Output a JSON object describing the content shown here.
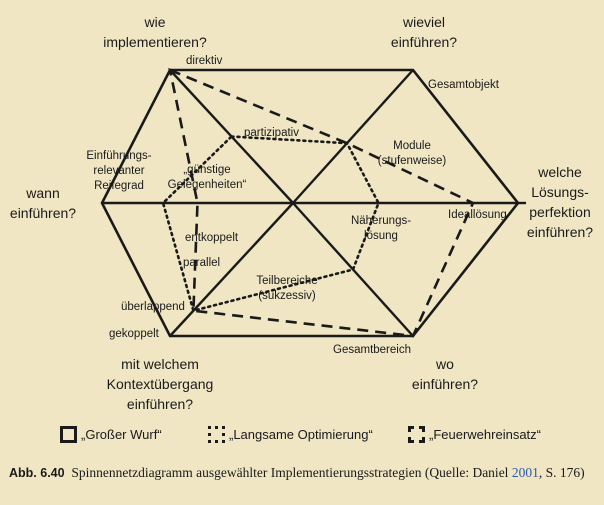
{
  "chart_data": {
    "type": "radar",
    "axes": [
      {
        "key": "wie",
        "label": [
          "wie",
          "implementieren?"
        ],
        "ticks": [
          {
            "key": "direktiv",
            "label": [
              "direktiv"
            ]
          },
          {
            "key": "partizipativ",
            "label": [
              "partizipativ"
            ]
          }
        ]
      },
      {
        "key": "wieviel",
        "label": [
          "wieviel",
          "einführen?"
        ],
        "ticks": [
          {
            "key": "gesamtobjekt",
            "label": [
              "Gesamtobjekt"
            ]
          },
          {
            "key": "module",
            "label": [
              "Module",
              "(stufenweise)"
            ]
          }
        ]
      },
      {
        "key": "perfektion",
        "label": [
          "welche",
          "Lösungs-",
          "perfektion",
          "einführen?"
        ],
        "ticks": [
          {
            "key": "ideal",
            "label": [
              "Ideallösung"
            ]
          },
          {
            "key": "naeherung",
            "label": [
              "Näherungs-",
              "lösung"
            ]
          }
        ]
      },
      {
        "key": "wo",
        "label": [
          "wo",
          "einführen?"
        ],
        "ticks": [
          {
            "key": "gesamtbereich",
            "label": [
              "Gesamtbereich"
            ]
          },
          {
            "key": "teilbereiche",
            "label": [
              "Teilbereiche",
              "(sukzessiv)"
            ]
          }
        ]
      },
      {
        "key": "kontext",
        "label": [
          "mit welchem",
          "Kontextübergang",
          "einführen?"
        ],
        "ticks": [
          {
            "key": "gekoppelt",
            "label": [
              "gekoppelt"
            ]
          },
          {
            "key": "ueberlappend",
            "label": [
              "überlappend"
            ]
          },
          {
            "key": "parallel",
            "label": [
              "parallel"
            ]
          },
          {
            "key": "entkoppelt",
            "label": [
              "entkoppelt"
            ]
          }
        ]
      },
      {
        "key": "wann",
        "label": [
          "wann",
          "einführen?"
        ],
        "ticks": [
          {
            "key": "reifegrad",
            "label": [
              "Einführungs-",
              "relevanter",
              "Reifegrad"
            ]
          },
          {
            "key": "guenstig",
            "label": [
              "„günstige",
              "Gelegenheiten“"
            ]
          }
        ]
      }
    ],
    "series": [
      {
        "name": "„Großer Wurf“",
        "style": "solid",
        "color": "#1a1a1a",
        "values": {
          "wie": 1.0,
          "wieviel": 1.0,
          "perfektion": 1.0,
          "wo": 1.0,
          "kontext": 1.0,
          "wann": 1.0
        }
      },
      {
        "name": "„Langsame Optimierung“",
        "style": "dotted",
        "color": "#1a1a1a",
        "values": {
          "wie": 0.5,
          "wieviel": 0.45,
          "perfektion": 0.38,
          "wo": 0.5,
          "kontext": 0.81,
          "wann": 0.68
        }
      },
      {
        "name": "„Feuerwehreinsatz“",
        "style": "dashed",
        "color": "#1a1a1a",
        "values": {
          "wie": 1.0,
          "wieviel": 0.45,
          "perfektion": 0.8,
          "wo": 1.0,
          "kontext": 0.81,
          "wann": 0.5
        }
      }
    ]
  },
  "caption": {
    "label": "Abb. 6.40",
    "text": "Spinnennetzdiagramm ausgewählter Implementierungsstrategien (Quelle: Daniel ",
    "link": "2001",
    "text_end": ", S. 176)"
  }
}
